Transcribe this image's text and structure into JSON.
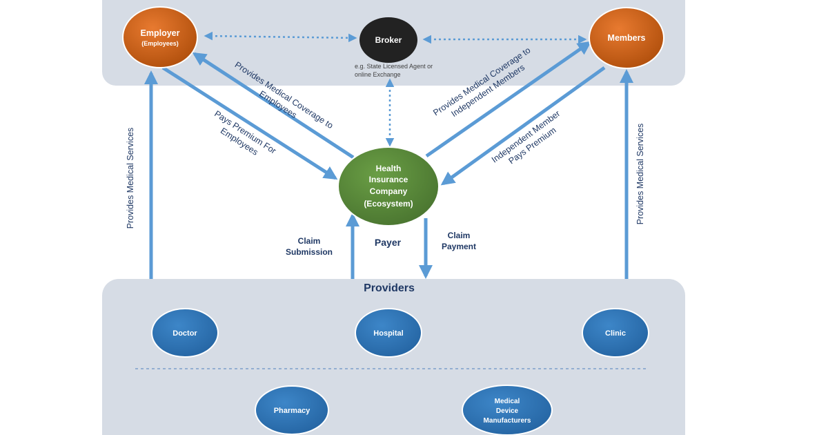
{
  "colors": {
    "panel": "#d6dce5",
    "orange_node": "#c55a11",
    "black_node": "#222222",
    "green_node": "#548235",
    "blue_node": "#2e75b6",
    "arrow": "#5b9bd5",
    "text_dark": "#1f3864"
  },
  "nodes": {
    "employer": {
      "title": "Employer",
      "subtitle": "(Employees)"
    },
    "broker": {
      "title": "Broker",
      "note_line1": "e.g. State Licensed Agent or",
      "note_line2": "online Exchange"
    },
    "members": {
      "title": "Members"
    },
    "health_insurance": {
      "line1": "Health",
      "line2": "Insurance",
      "line3": "Company",
      "line4": "(Ecosystem)",
      "role_label": "Payer"
    },
    "providers_title": "Providers",
    "doctor": "Doctor",
    "hospital": "Hospital",
    "clinic": "Clinic",
    "pharmacy": "Pharmacy",
    "medical_device": {
      "line1": "Medical",
      "line2": "Device",
      "line3": "Manufacturers"
    }
  },
  "edges": {
    "hic_to_employer": {
      "line1": "Provides Medical Coverage to",
      "line2": "Employees"
    },
    "employer_to_hic": {
      "line1": "Pays Premium For",
      "line2": "Employees"
    },
    "hic_to_members": {
      "line1": "Provides Medical Coverage to",
      "line2": "Independent  Members"
    },
    "members_to_hic": {
      "line1": "Independent Member",
      "line2": "Pays Premium"
    },
    "providers_to_employer": "Provides Medical Services",
    "providers_to_members": "Provides Medical Services",
    "claim_submission": {
      "line1": "Claim",
      "line2": "Submission"
    },
    "claim_payment": {
      "line1": "Claim",
      "line2": "Payment"
    }
  }
}
